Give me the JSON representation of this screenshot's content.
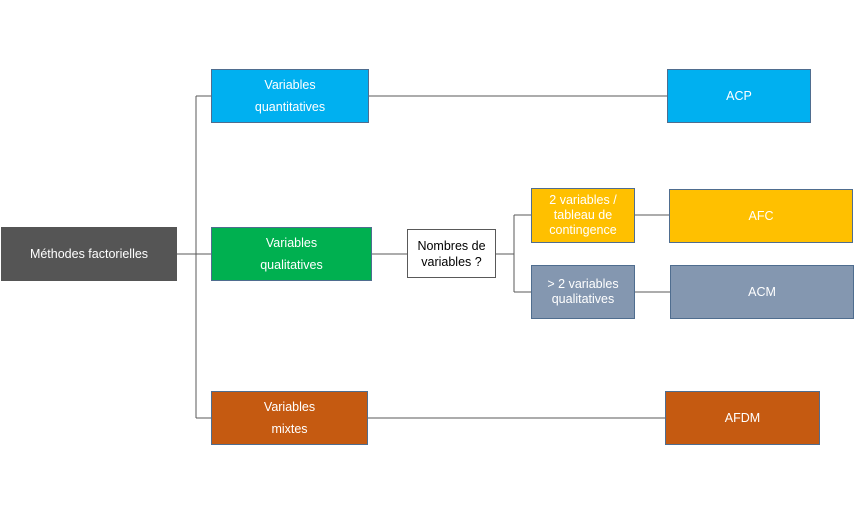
{
  "nodes": {
    "root": "Méthodes factorielles",
    "quanti": "Variables\nquantitatives",
    "quali": "Variables\nqualitatives",
    "mixte": "Variables\nmixtes",
    "decision": "Nombres de\nvariables ?",
    "two_vars": "2 variables /\ntableau de\ncontingence",
    "more_vars": "> 2 variables\nqualitatives",
    "acp": "ACP",
    "afc": "AFC",
    "acm": "ACM",
    "afdm": "AFDM"
  },
  "colors": {
    "root": "#555555",
    "quanti": "#00b0f0",
    "quali": "#00b050",
    "mixte": "#c55a11",
    "yellow": "#ffc000",
    "grey": "#8497b0"
  }
}
